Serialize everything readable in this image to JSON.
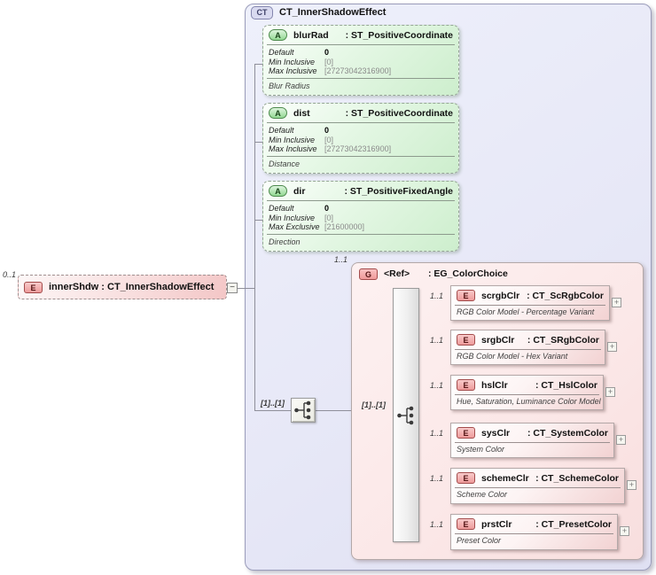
{
  "container": {
    "badge": "CT",
    "title": "CT_InnerShadowEffect"
  },
  "root_element": {
    "cardinality": "0..1",
    "badge": "E",
    "label": "innerShdw : CT_InnerShadowEffect"
  },
  "glyphs": {
    "collapse": "−",
    "expand": "+"
  },
  "attributes": [
    {
      "badge": "A",
      "name": "blurRad",
      "type_label": ": ST_PositiveCoordinate",
      "facets": [
        [
          "Default",
          "0"
        ],
        [
          "Min Inclusive",
          "[0]"
        ],
        [
          "Max Inclusive",
          "[27273042316900]"
        ]
      ],
      "doc": "Blur Radius"
    },
    {
      "badge": "A",
      "name": "dist",
      "type_label": ": ST_PositiveCoordinate",
      "facets": [
        [
          "Default",
          "0"
        ],
        [
          "Min Inclusive",
          "[0]"
        ],
        [
          "Max Inclusive",
          "[27273042316900]"
        ]
      ],
      "doc": "Distance"
    },
    {
      "badge": "A",
      "name": "dir",
      "type_label": ": ST_PositiveFixedAngle",
      "facets": [
        [
          "Default",
          "0"
        ],
        [
          "Min Inclusive",
          "[0]"
        ],
        [
          "Max Exclusive",
          "[21600000]"
        ]
      ],
      "doc": "Direction"
    }
  ],
  "sequence": {
    "outer_cardinality": "[1]..[1]",
    "inner_cardinality": "[1]..[1]"
  },
  "group": {
    "cardinality": "1..1",
    "badge": "G",
    "name": "<Ref>",
    "type_label": ": EG_ColorChoice",
    "elements": [
      {
        "cardinality": "1..1",
        "badge": "E",
        "name": "scrgbClr",
        "type_label": ": CT_ScRgbColor",
        "doc": "RGB Color Model - Percentage Variant"
      },
      {
        "cardinality": "1..1",
        "badge": "E",
        "name": "srgbClr",
        "type_label": ": CT_SRgbColor",
        "doc": "RGB Color Model - Hex Variant"
      },
      {
        "cardinality": "1..1",
        "badge": "E",
        "name": "hslClr",
        "type_label": ": CT_HslColor",
        "doc": "Hue, Saturation, Luminance Color Model"
      },
      {
        "cardinality": "1..1",
        "badge": "E",
        "name": "sysClr",
        "type_label": ": CT_SystemColor",
        "doc": "System Color"
      },
      {
        "cardinality": "1..1",
        "badge": "E",
        "name": "schemeClr",
        "type_label": ": CT_SchemeColor",
        "doc": "Scheme Color"
      },
      {
        "cardinality": "1..1",
        "badge": "E",
        "name": "prstClr",
        "type_label": ": CT_PresetColor",
        "doc": "Preset Color"
      }
    ]
  },
  "colors": {
    "container_fill": "#e7e8f7",
    "attribute_fill": "#cdeecd",
    "attribute_badge": "#93d893",
    "element_fill": "#f2d2d2",
    "element_badge": "#ee9b9b",
    "group_fill": "#fbe7e7",
    "connector": "#8f8f9a"
  }
}
